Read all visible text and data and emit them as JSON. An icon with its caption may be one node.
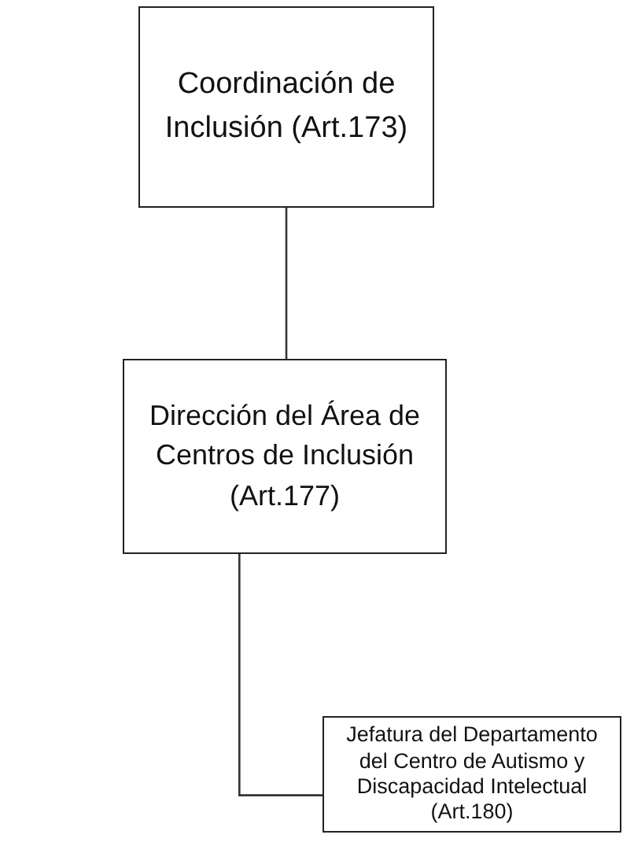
{
  "diagram": {
    "nodes": [
      {
        "text": [
          "Coordinación de Inclusión (Art.173)"
        ]
      },
      {
        "text": [
          "Dirección del Área de Centros de Inclusión (Art.177)"
        ]
      },
      {
        "text": [
          "Jefatura del Departamento del Centro de Autismo y Discapacidad Intelectual (Art.180)"
        ]
      }
    ],
    "edges": [
      {
        "from": 0,
        "to": 1,
        "arrow": "none"
      },
      {
        "from": 1,
        "to": 2,
        "arrow": "none"
      }
    ]
  }
}
